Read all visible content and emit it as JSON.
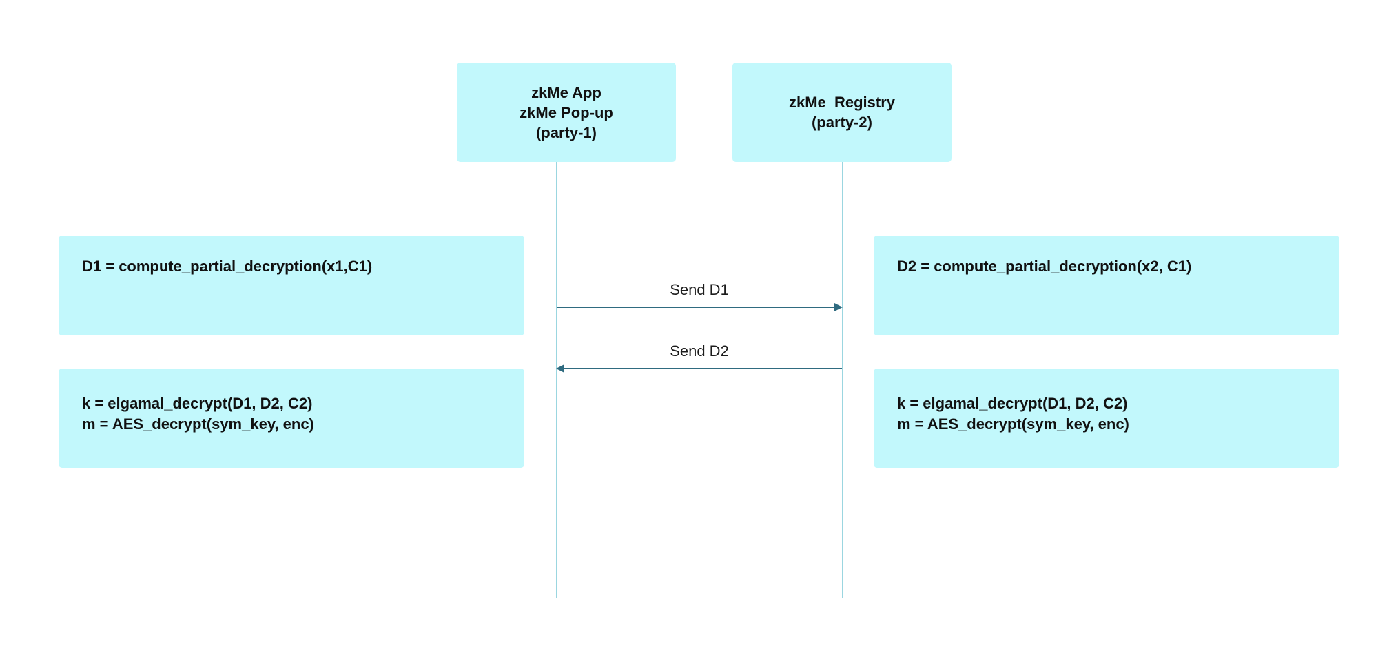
{
  "participants": {
    "party1": {
      "lines": [
        "zkMe App",
        "zkMe Pop-up",
        "(party-1)"
      ]
    },
    "party2": {
      "lines": [
        "zkMe  Registry",
        "(party-2)"
      ]
    }
  },
  "notes": {
    "party1_partial": "D1 = compute_partial_decryption(x1,C1)",
    "party2_partial": "D2 = compute_partial_decryption(x2, C1)",
    "party1_decrypt": [
      "k = elgamal_decrypt(D1, D2, C2)",
      "m = AES_decrypt(sym_key, enc)"
    ],
    "party2_decrypt": [
      "k = elgamal_decrypt(D1, D2, C2)",
      "m = AES_decrypt(sym_key, enc)"
    ]
  },
  "messages": [
    {
      "label": "Send D1",
      "from": "party1",
      "to": "party2"
    },
    {
      "label": "Send D2",
      "from": "party2",
      "to": "party1"
    }
  ],
  "colors": {
    "box_fill": "#c2f8fc",
    "lifeline": "#9bd6e0",
    "arrow": "#2f6b80"
  }
}
